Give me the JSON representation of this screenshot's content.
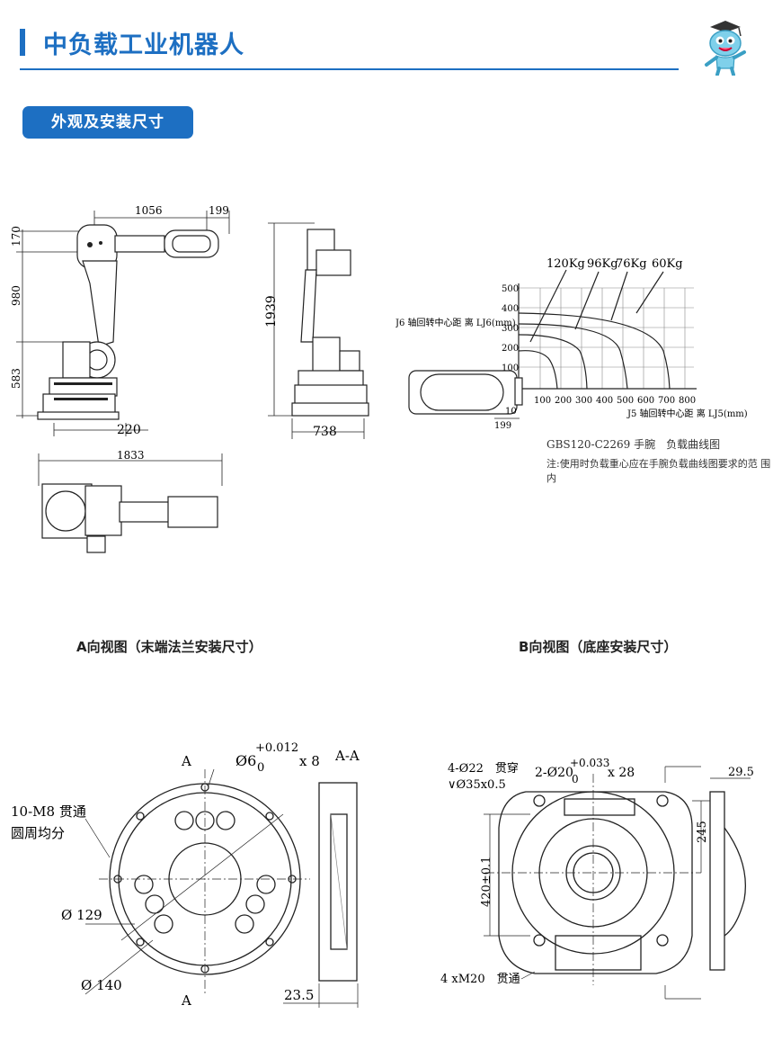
{
  "header": {
    "title": "中负载工业机器人"
  },
  "section": {
    "label": "外观及安装尺寸"
  },
  "views": {
    "a_title": "A向视图（末端法兰安装尺寸）",
    "b_title": "B向视图（底座安装尺寸）"
  },
  "side_view": {
    "dims": {
      "top_reach": "1056",
      "top_tip": "199",
      "h1": "170",
      "h2": "980",
      "h3": "583",
      "base": "220"
    }
  },
  "front_view": {
    "dims": {
      "height": "1939",
      "base": "738"
    }
  },
  "top_view": {
    "dims": {
      "length": "1833"
    }
  },
  "load_chart": {
    "loads": [
      "120Kg",
      "96Kg",
      "76Kg",
      "60Kg"
    ],
    "ylabel": "J6 轴回转中心距 离 LJ6(mm)",
    "xlabel": "J5 轴回转中心距 离 LJ5(mm)",
    "yticks": [
      "500",
      "400",
      "300",
      "200",
      "100",
      "10"
    ],
    "xticks": [
      "100",
      "200",
      "300",
      "400",
      "500",
      "600",
      "700",
      "800"
    ],
    "offset": "199",
    "caption": "GBS120-C2269 手腕　负载曲线图",
    "note": "注:使用时负载重心应在手腕负载曲线图要求的范 围内"
  },
  "flange_view": {
    "section_mark": "A",
    "section_mark_bottom": "A",
    "section_label": "A-A",
    "hole_spec": "Ø6",
    "tol_upper": "+0.012",
    "tol_lower": "0",
    "hole_count": "x 8",
    "thread_line1": "10-M8 贯通",
    "thread_line2": "圆周均分",
    "d129": "Ø 129",
    "d140": "Ø 140",
    "depth": "23.5"
  },
  "base_view": {
    "holes_line1": "4-Ø22　贯穿",
    "holes_line2": "∨Ø35x0.5",
    "pin_spec": "2-Ø20",
    "pin_tol_upper": "+0.033",
    "pin_tol_lower": "0",
    "pin_depth": "x 28",
    "d29_5": "29.5",
    "d245": "245",
    "d420": "420±0.1",
    "thread": "4 xM20　贯通"
  }
}
